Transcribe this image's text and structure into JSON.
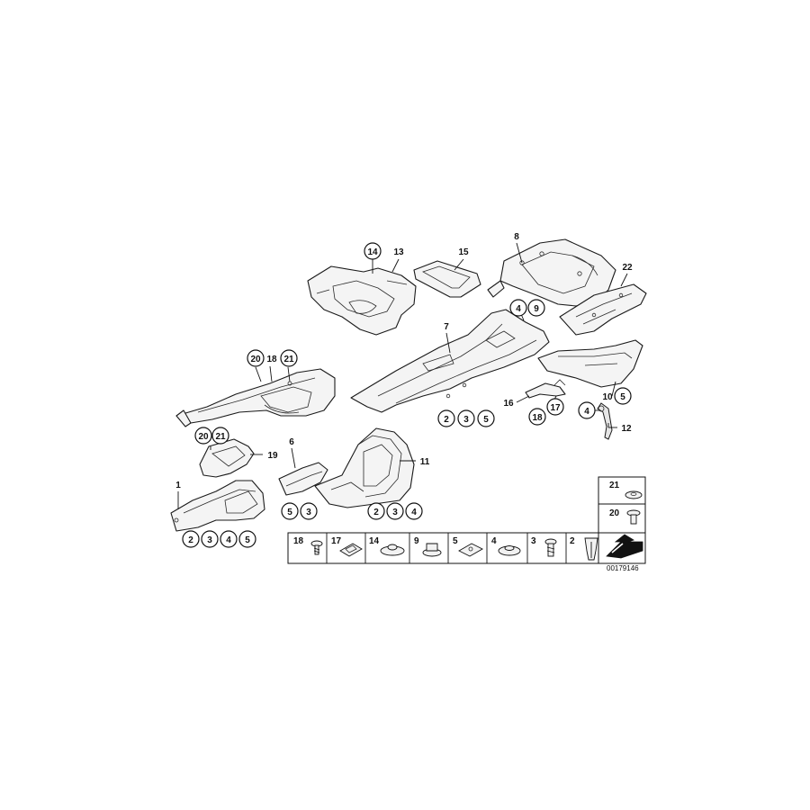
{
  "diagram": {
    "id_label": "00179146",
    "callouts_circled": [
      {
        "key": "c14",
        "text": "14"
      },
      {
        "key": "c20a",
        "text": "20"
      },
      {
        "key": "c21a",
        "text": "21"
      },
      {
        "key": "c20b",
        "text": "20"
      },
      {
        "key": "c21b",
        "text": "21"
      },
      {
        "key": "c4a",
        "text": "4"
      },
      {
        "key": "c9",
        "text": "9"
      },
      {
        "key": "c2a",
        "text": "2"
      },
      {
        "key": "c3a",
        "text": "3"
      },
      {
        "key": "c5a",
        "text": "5"
      },
      {
        "key": "c18",
        "text": "18"
      },
      {
        "key": "c17",
        "text": "17"
      },
      {
        "key": "c4b",
        "text": "4"
      },
      {
        "key": "c5b",
        "text": "5"
      },
      {
        "key": "c5c",
        "text": "5"
      },
      {
        "key": "c3b",
        "text": "3"
      },
      {
        "key": "c2b",
        "text": "2"
      },
      {
        "key": "c3c",
        "text": "3"
      },
      {
        "key": "c4c",
        "text": "4"
      },
      {
        "key": "c2c",
        "text": "2"
      },
      {
        "key": "c3d",
        "text": "3"
      },
      {
        "key": "c4d",
        "text": "4"
      },
      {
        "key": "c5d",
        "text": "5"
      }
    ],
    "callouts_plain": [
      {
        "key": "p13",
        "text": "13"
      },
      {
        "key": "p15",
        "text": "15"
      },
      {
        "key": "p8",
        "text": "8"
      },
      {
        "key": "p22",
        "text": "22"
      },
      {
        "key": "p7",
        "text": "7"
      },
      {
        "key": "p18",
        "text": "18"
      },
      {
        "key": "p16",
        "text": "16"
      },
      {
        "key": "p10",
        "text": "10"
      },
      {
        "key": "p12",
        "text": "12"
      },
      {
        "key": "p19",
        "text": "19"
      },
      {
        "key": "p6",
        "text": "6"
      },
      {
        "key": "p11",
        "text": "11"
      },
      {
        "key": "p1",
        "text": "1"
      }
    ],
    "legend_row": [
      "18",
      "17",
      "14",
      "9",
      "5",
      "4",
      "3",
      "2"
    ],
    "legend_column": [
      "21",
      "20"
    ]
  }
}
